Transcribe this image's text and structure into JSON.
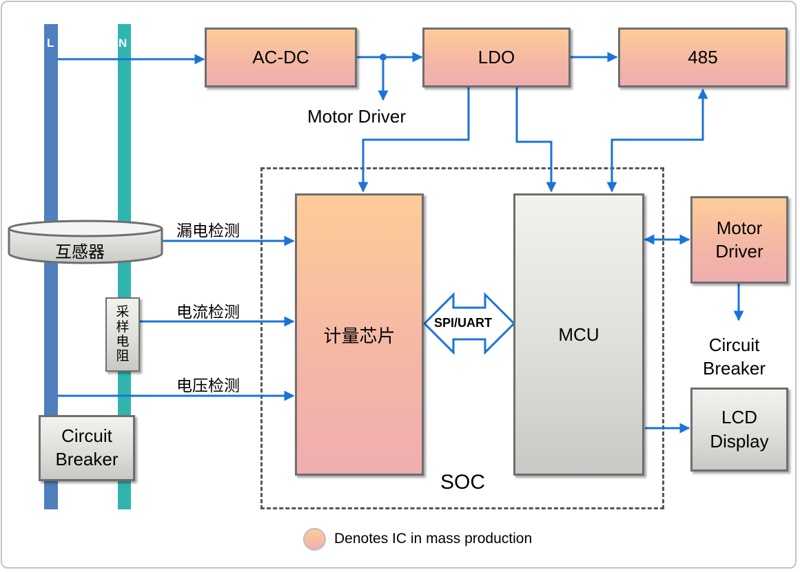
{
  "rails": {
    "l_label": "L",
    "n_label": "N"
  },
  "blocks": {
    "acdc": "AC-DC",
    "ldo": "LDO",
    "rs485": "485",
    "meter_chip": "计量芯片",
    "mcu": "MCU",
    "motor_driver_right": "Motor\nDriver",
    "lcd": "LCD\nDisplay",
    "circuit_breaker_left": "Circuit\nBreaker",
    "transformer": "互感器",
    "shunt": "采\n样\n电\n阻"
  },
  "labels": {
    "motor_driver_top": "Motor Driver",
    "leak_detect": "漏电检测",
    "current_detect": "电流检测",
    "voltage_detect": "电压检测",
    "spi_uart": "SPI/UART",
    "soc": "SOC",
    "circuit_breaker_right": "Circuit\nBreaker"
  },
  "legend": {
    "text": "Denotes IC in mass production"
  },
  "colors": {
    "rail_l": "#4f7fbd",
    "rail_n": "#2fb5ae",
    "wire": "#1a73d9",
    "ic_top": "#fdcc98",
    "ic_bottom": "#f0aeb0"
  }
}
